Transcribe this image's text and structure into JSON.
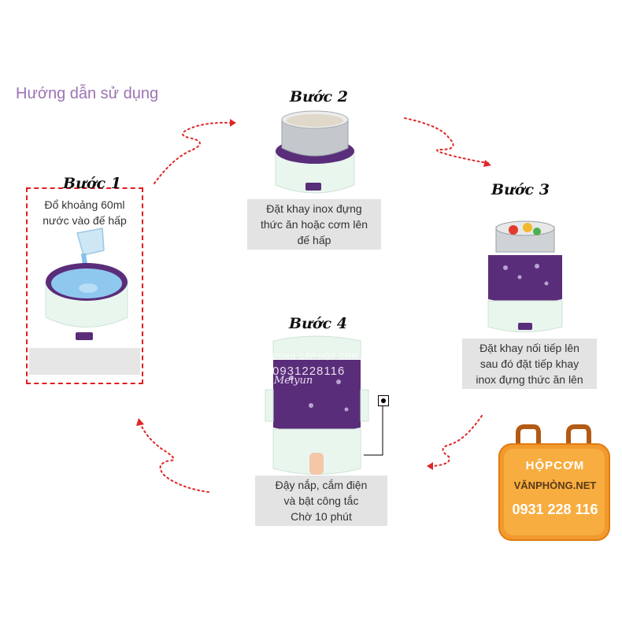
{
  "title": "Hướng dẫn sử dụng",
  "steps": [
    {
      "label": "Bước 1",
      "lines": [
        "Đổ khoảng 60ml",
        "nước vào đế hấp"
      ]
    },
    {
      "label": "Bước 2",
      "lines": [
        "Đặt khay inox đựng",
        "thức ăn hoặc cơm lên",
        "đế hấp"
      ]
    },
    {
      "label": "Bước 3",
      "lines": [
        "Đặt khay nối tiếp lên",
        "sau đó đặt tiếp khay",
        "inox đựng thức ăn lên"
      ]
    },
    {
      "label": "Bước 4",
      "lines": [
        "Đậy nắp, cắm điện",
        "và bật công tắc",
        "Chờ 10 phút"
      ]
    }
  ],
  "watermark": {
    "line1": "CUNG CẤP HỘP CƠM",
    "line2": "0931228116"
  },
  "product_brand": "Meiyun",
  "logo": {
    "line1": "HỘPCƠM",
    "line2": "VĂNPHÒNG.NET",
    "phone": "0931 228 116"
  },
  "colors": {
    "accent_purple": "#5a2d7a",
    "title_purple": "#9b73b4",
    "arrow_red": "#e02626",
    "logo_orange": "#f29a2e"
  }
}
